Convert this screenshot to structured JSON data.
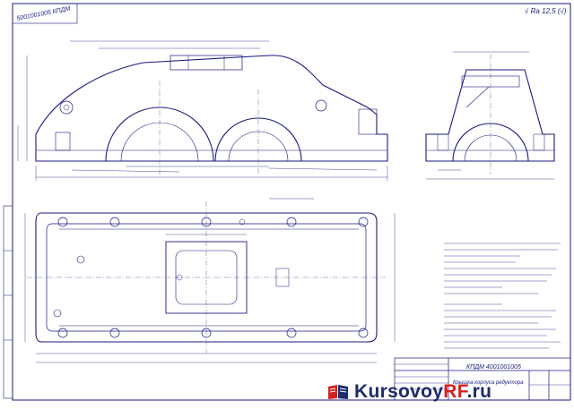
{
  "drawing": {
    "stamp_code": "5001001005 КПДМ",
    "roughness": "√ Ra 12,5 (√)",
    "title_block": {
      "code": "КПДМ 4001001005",
      "name": "Крышка корпуса редуктора"
    }
  },
  "watermark": {
    "part1": "Kursovoy",
    "part2": "RF",
    "part3": ".ru"
  },
  "colors": {
    "line": "#1a1a80",
    "thin": "#4a4aa0",
    "watermark_dark": "#1d2c6b",
    "watermark_red": "#d62020"
  }
}
